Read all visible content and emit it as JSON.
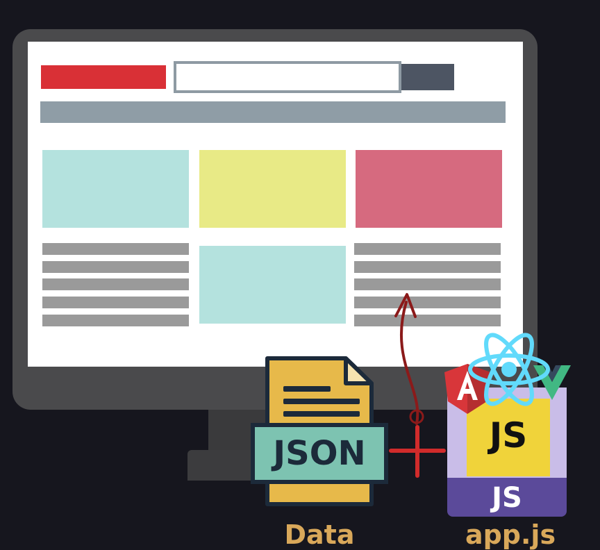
{
  "files": {
    "json_file_label": "JSON",
    "app_file_top_label": "JS",
    "app_file_bottom_label": "JS",
    "plus_symbol": "+"
  },
  "captions": {
    "data": "Data",
    "app": "app.js"
  },
  "colors": {
    "logo_red": "#d93036",
    "search_box_border": "#8e9aa3",
    "search_button": "#4d5563",
    "nav_bar": "#8f9da6",
    "card_teal": "#b4e2de",
    "card_yellow": "#e8ea86",
    "card_pink": "#d66a7f",
    "text_lines": "#9a9a9a",
    "caption": "#d9a85a",
    "arrow": "#8b1a1a",
    "json_file": "#e7b94a",
    "json_band": "#7dc3b1",
    "js_yellow": "#f0d33a",
    "js_purple": "#5b4a9a"
  },
  "icons": [
    "angular-icon",
    "react-icon",
    "vue-icon"
  ]
}
